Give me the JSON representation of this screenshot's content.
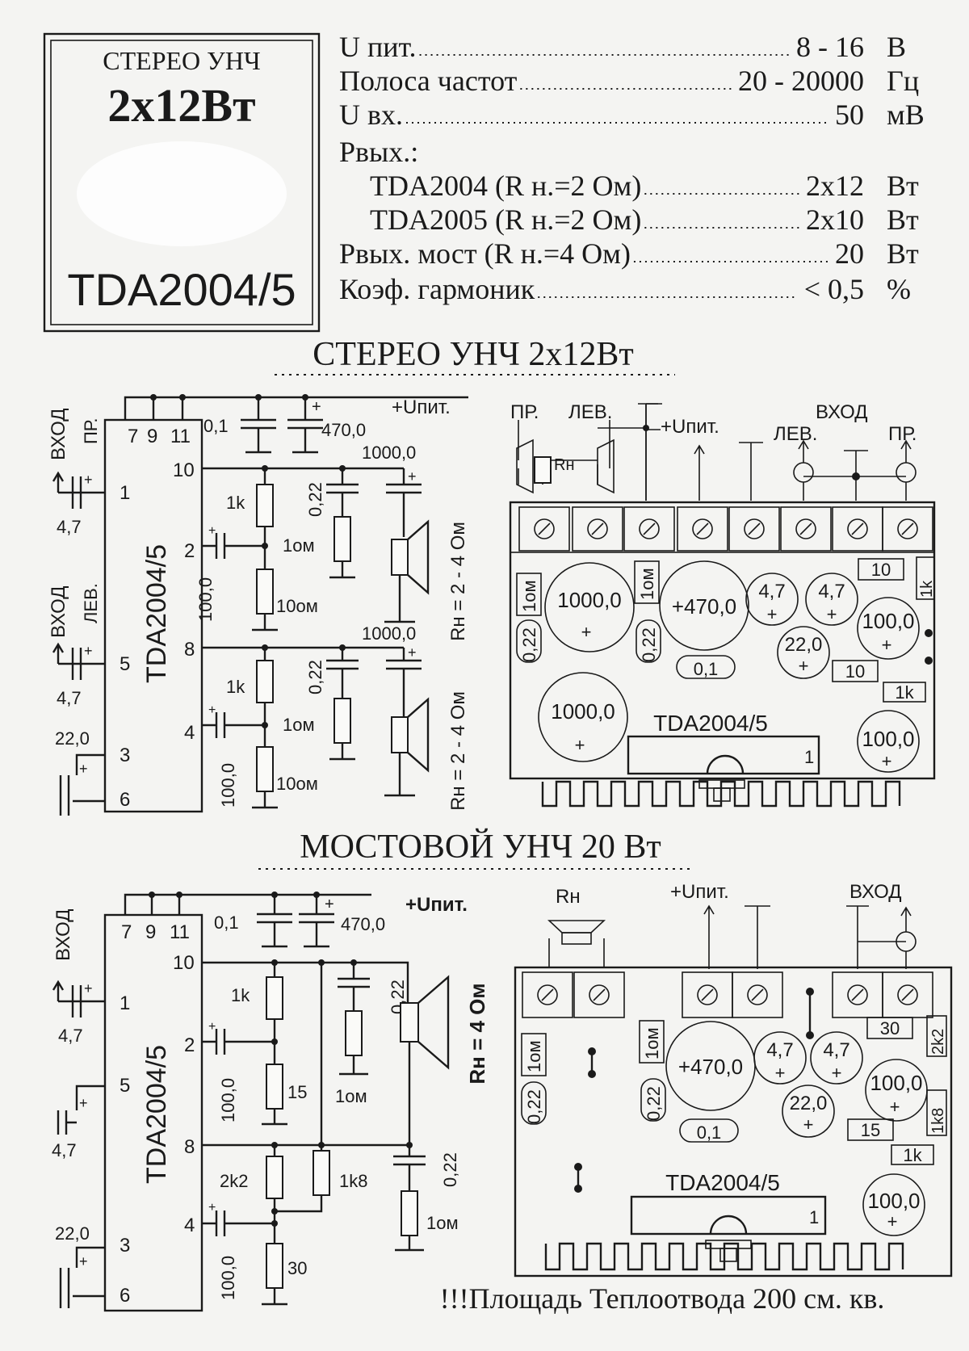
{
  "badge": {
    "line1": "СТЕРЕО УНЧ",
    "line2": "2x12Вт",
    "chip": "TDA2004/5"
  },
  "specs": [
    {
      "label": "U пит.",
      "value": "8 - 16",
      "unit": "В"
    },
    {
      "label": "Полоса частот",
      "value": "20 - 20000",
      "unit": "Гц"
    },
    {
      "label": "U вх.",
      "value": "50",
      "unit": "мВ"
    },
    {
      "label": "Рвых.:",
      "value": "",
      "unit": ""
    },
    {
      "label": "TDA2004 (R н.=2 Ом)",
      "value": "2x12",
      "unit": "Вт"
    },
    {
      "label": "TDA2005 (R н.=2 Ом)",
      "value": "2x10",
      "unit": "Вт"
    },
    {
      "label": "Рвых. мост (R н.=4 Ом)",
      "value": "20",
      "unit": "Вт"
    },
    {
      "label": "Коэф. гармоник",
      "value": "< 0,5",
      "unit": "%"
    }
  ],
  "stereo": {
    "title": "СТЕРЕО УНЧ  2x12Вт",
    "chip": "TDA2004/5",
    "supply": "+Uпит.",
    "pin_nums": [
      "7",
      "9",
      "11",
      "10",
      "1",
      "2",
      "5",
      "8",
      "4",
      "3",
      "6"
    ],
    "in_r": "ВХОД\nПР.",
    "in_l": "ВХОД\nЛЕВ.",
    "in_r_label": "ВХОД",
    "in_r_sub": "ПР.",
    "in_l_label": "ВХОД",
    "in_l_sub": "ЛЕВ.",
    "c_in": "4,7",
    "c_22": "22,0",
    "c_01": "0,1",
    "c_470": "470,0",
    "c_1000": "1000,0",
    "c_022": "0,22",
    "r_1k": "1k",
    "r_1om": "1ом",
    "r_10om": "10ом",
    "c_100": "100,0",
    "load": "Rн = 2 - 4 Ом",
    "board_labels": {
      "pr": "ПР.",
      "lev": "ЛЕВ.",
      "supply": "+Uпит.",
      "input": "ВХОД",
      "in_lev": "ЛЕВ.",
      "in_pr": "ПР.",
      "rh": "Rн"
    },
    "board_parts": {
      "c1000": "1000,0",
      "c470": "+470,0",
      "c47": "4,7",
      "c22": "22,0",
      "c100": "100,0",
      "c01": "0,1",
      "c022": "0,22",
      "r1om": "1ом",
      "r10": "10",
      "r1k": "1k",
      "chip": "TDA2004/5",
      "pin1": "1",
      "plus": "+"
    }
  },
  "bridge": {
    "title": "МОСТОВОЙ УНЧ 20 Вт",
    "chip": "TDA2004/5",
    "supply": "+Uпит.",
    "in_label": "ВХОД",
    "c_in": "4,7",
    "c_22": "22,0",
    "c_01": "0,1",
    "c_470": "470,0",
    "c_022": "0,22",
    "c_100": "100,0",
    "r_1k": "1k",
    "r_15": "15",
    "r_2k2": "2k2",
    "r_1k8": "1k8",
    "r_30": "30",
    "r_1om": "1ом",
    "load": "Rн = 4 Ом",
    "board_labels": {
      "rh": "Rн",
      "supply": "+Uпит.",
      "input": "ВХОД"
    },
    "board_parts": {
      "c470": "+470,0",
      "c47": "4,7",
      "c22": "22,0",
      "c100": "100,0",
      "c01": "0,1",
      "c022": "0,22",
      "r1om": "1ом",
      "r30": "30",
      "r2k2": "2k2",
      "r15": "15",
      "r1k8": "1k8",
      "r1k": "1k",
      "chip": "TDA2004/5",
      "pin1": "1",
      "plus": "+"
    }
  },
  "footer": "!!!Площадь Теплоотвода 200 см. кв."
}
